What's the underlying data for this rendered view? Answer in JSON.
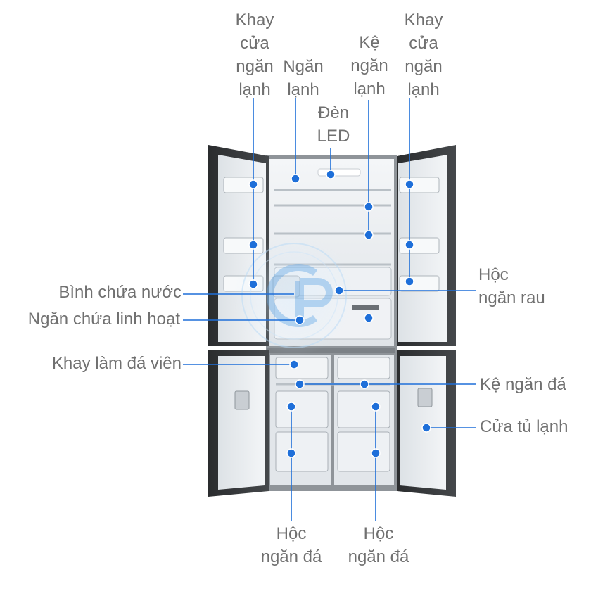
{
  "diagram": {
    "accent_color": "#1e6fd9",
    "labels": {
      "khay_cua_trai": [
        "Khay",
        "cửa",
        "ngăn",
        "lạnh"
      ],
      "ngan_lanh": [
        "Ngăn",
        "lạnh"
      ],
      "ke_ngan_lanh": [
        "Kệ",
        "ngăn",
        "lạnh"
      ],
      "khay_cua_phai": [
        "Khay",
        "cửa",
        "ngăn",
        "lạnh"
      ],
      "den_led": [
        "Đèn",
        "LED"
      ],
      "binh_chua_nuoc": "Bình chứa nước",
      "ngan_chua_linh_hoat": "Ngăn chứa linh hoạt",
      "hoc_ngan_rau": [
        "Hộc",
        "ngăn rau"
      ],
      "khay_lam_da_vien": "Khay làm đá viên",
      "ke_ngan_da": "Kệ ngăn đá",
      "cua_tu_lanh": "Cửa tủ lạnh",
      "hoc_ngan_da_trai": [
        "Hộc",
        "ngăn đá"
      ],
      "hoc_ngan_da_phai": [
        "Hộc",
        "ngăn đá"
      ]
    }
  }
}
